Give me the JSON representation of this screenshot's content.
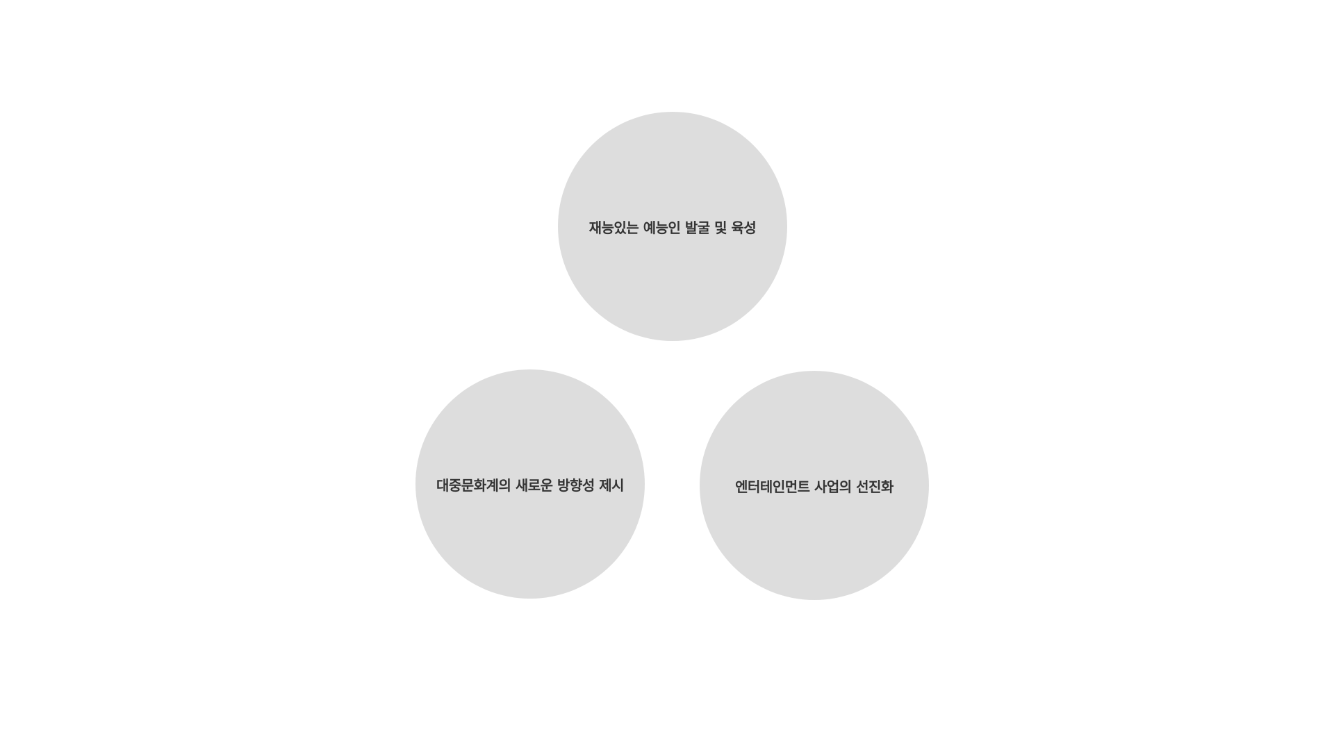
{
  "diagram": {
    "nodes": [
      {
        "label": "재능있는 예능인 발굴 및 육성"
      },
      {
        "label": "대중문화계의 새로운 방향성 제시"
      },
      {
        "label": "엔터테인먼트 사업의 선진화"
      }
    ],
    "colors": {
      "circle_fill": "#dddddd",
      "text": "#333333",
      "background": "#ffffff"
    }
  }
}
